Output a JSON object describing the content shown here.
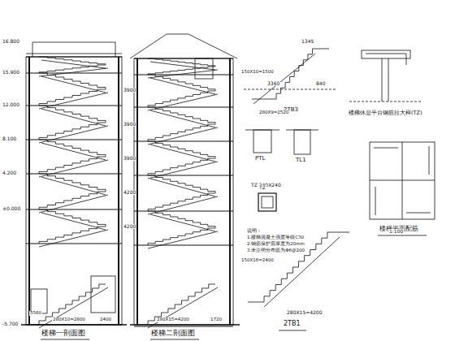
{
  "diagram": {
    "labels": [
      "楼梯一剖面图",
      "楼梯二剖面图",
      "2TB3",
      "PTL",
      "TL1",
      "2TB1",
      "楼梯休息平台钢筋拉大样(TZ)",
      "楼梯平面配筋",
      "TZ 240X240",
      "16.800",
      "15.900",
      "12.000",
      "8.100",
      "4.200",
      "±0.000",
      "-5.700",
      "3900",
      "3900",
      "3900",
      "4200",
      "4200",
      "5560",
      "280X10=2800",
      "2400",
      "280X15=4200",
      "1720",
      "1345",
      "3360",
      "840",
      "280X9=2520",
      "150X10=1500",
      "280X15=4200",
      "150X16=2400",
      "TZ",
      "1:100",
      "说明：",
      "1.楼梯混凝土强度等级C30",
      "2.钢筋保护层厚度为20mm",
      "3.未注明分布筋为Φ6@200"
    ]
  }
}
